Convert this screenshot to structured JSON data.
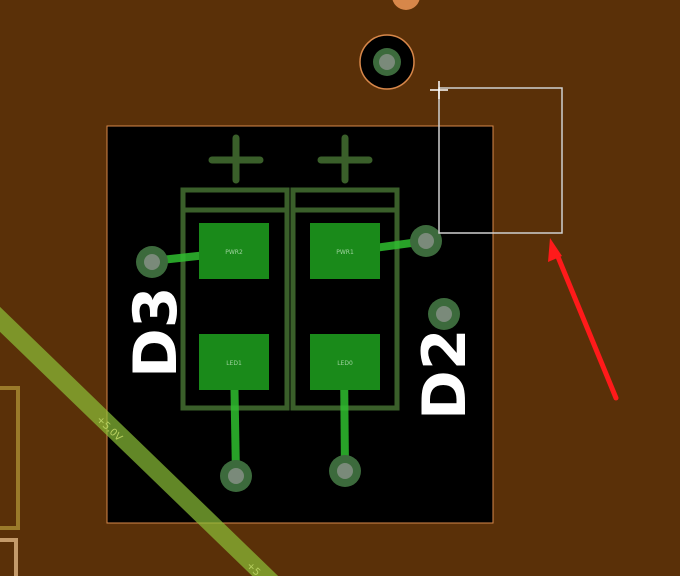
{
  "colors": {
    "board": "#5a3008",
    "component_bg": "#000000",
    "silkscreen": "#ffffff",
    "overlay_outline": "#3a5f2a",
    "pad_fill": "#1a8a1a",
    "trace": "#2fbf2f",
    "via_ring": "#3c6a3c",
    "via_hole": "#7a8a7a",
    "power_trace": "#8cc038",
    "selection_box": "#d0d0d0",
    "arrow": "#ff1a1a",
    "board_edge": "#d7874a"
  },
  "designators": {
    "d3": "D3",
    "d2": "D2"
  },
  "pads": {
    "d3_top": "PWR2",
    "d3_bottom": "LED1",
    "d2_top": "PWR1",
    "d2_bottom": "LED0"
  },
  "nets": {
    "power_net": "+5.0V",
    "power_net_partial": "+5"
  },
  "icons": {
    "cursor": "crosshair-icon",
    "arrow": "red-arrow-annotation"
  }
}
